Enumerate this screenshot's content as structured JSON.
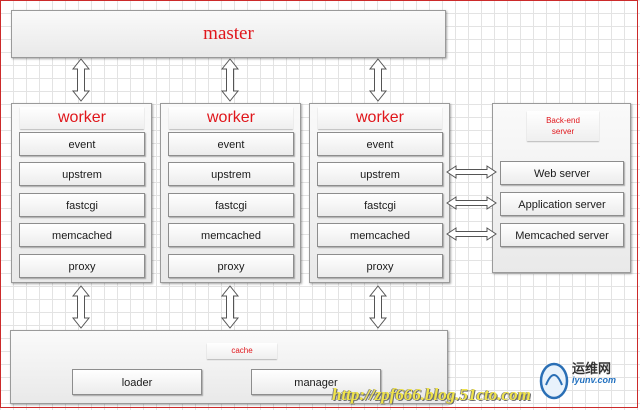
{
  "master": {
    "label": "master"
  },
  "workers": [
    {
      "title": "worker",
      "modules": [
        "event",
        "upstrem",
        "fastcgi",
        "memcached",
        "proxy"
      ]
    },
    {
      "title": "worker",
      "modules": [
        "event",
        "upstrem",
        "fastcgi",
        "memcached",
        "proxy"
      ]
    },
    {
      "title": "worker",
      "modules": [
        "event",
        "upstrem",
        "fastcgi",
        "memcached",
        "proxy"
      ]
    }
  ],
  "backend": {
    "title_line1": "Back-end",
    "title_line2": "server",
    "servers": [
      "Web server",
      "Application server",
      "Memcached server"
    ]
  },
  "cache": {
    "title": "cache",
    "loader": "loader",
    "manager": "manager"
  },
  "logo": {
    "text": "运维网",
    "sub": "iyunv.com"
  },
  "watermark": "http://zpf666.blog.51cto.com",
  "colors": {
    "accent_red": "#e0161b",
    "panel_border": "#9a9a9a",
    "frame_red": "#cc2a2a"
  }
}
